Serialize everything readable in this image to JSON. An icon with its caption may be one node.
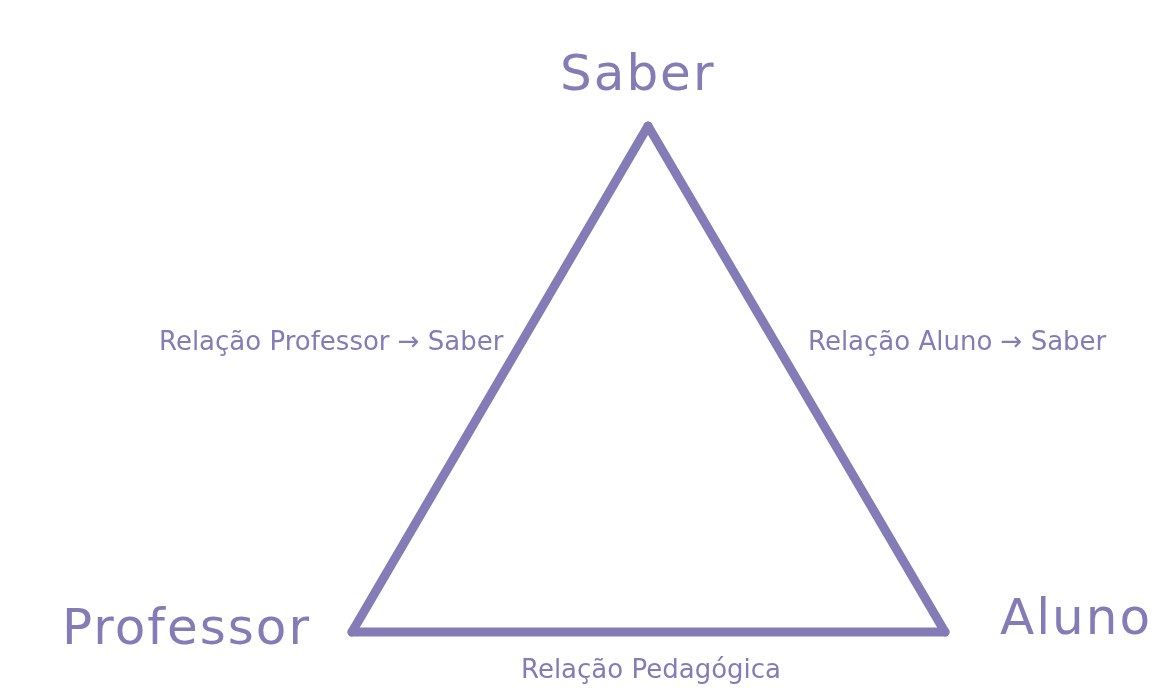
{
  "diagram": {
    "nodes": [
      {
        "text": [
          "Saber"
        ]
      },
      {
        "text": [
          "Professor"
        ]
      },
      {
        "text": [
          "Aluno"
        ]
      }
    ],
    "edges": [
      {
        "from": 1,
        "to": 0,
        "arrow": "none",
        "label": "Relação Professor → Saber"
      },
      {
        "from": 2,
        "to": 0,
        "arrow": "none",
        "label": "Relação Aluno → Saber"
      },
      {
        "from": 1,
        "to": 2,
        "arrow": "none",
        "label": "Relação Pedagógica"
      }
    ]
  }
}
